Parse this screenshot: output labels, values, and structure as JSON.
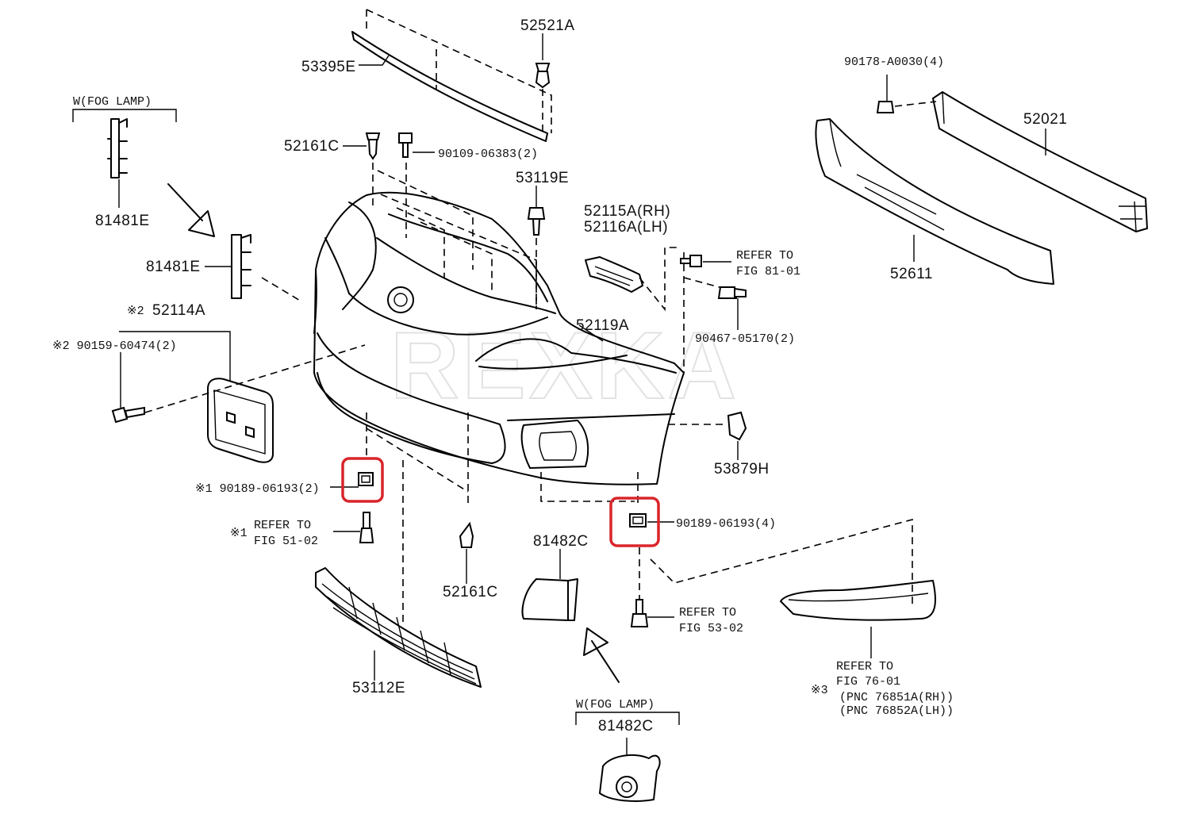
{
  "watermark": "REXKA",
  "highlight_color": "#d9252b",
  "labels": {
    "p52521A": "52521A",
    "p53395E": "53395E",
    "p90178": "90178-A0030(4)",
    "p52021": "52021",
    "fog1_title": "W(FOG LAMP)",
    "p81481E_a": "81481E",
    "p52161C_a": "52161C",
    "p90109": "90109-06383(2)",
    "p53119E": "53119E",
    "p52115A": "52115A(RH)",
    "p52116A": "52116A(LH)",
    "refer_81_line1": "REFER TO",
    "refer_81_line2": "FIG 81-01",
    "p52611": "52611",
    "p81481E_b": "81481E",
    "p52114A_mark": "※2",
    "p52114A": "52114A",
    "p90159": "※2 90159-60474(2)",
    "p52119A": "52119A",
    "p90467": "90467-05170(2)",
    "p53879H": "53879H",
    "p90189_left": "※1 90189-06193(2)",
    "p90189_right": "90189-06193(4)",
    "refer_51_mark": "※1",
    "refer_51_line1": "REFER TO",
    "refer_51_line2": "FIG 51-02",
    "p81482C_a": "81482C",
    "p52161C_b": "52161C",
    "refer_53_line1": "REFER TO",
    "refer_53_line2": "FIG 53-02",
    "p53112E": "53112E",
    "refer_76_line1": "REFER TO",
    "refer_76_mark": "※3",
    "refer_76_line2": "FIG 76-01",
    "refer_76_line3": "(PNC 76851A(RH))",
    "refer_76_line4": "(PNC 76852A(LH))",
    "fog2_title": "W(FOG LAMP)",
    "p81482C_b": "81482C"
  }
}
